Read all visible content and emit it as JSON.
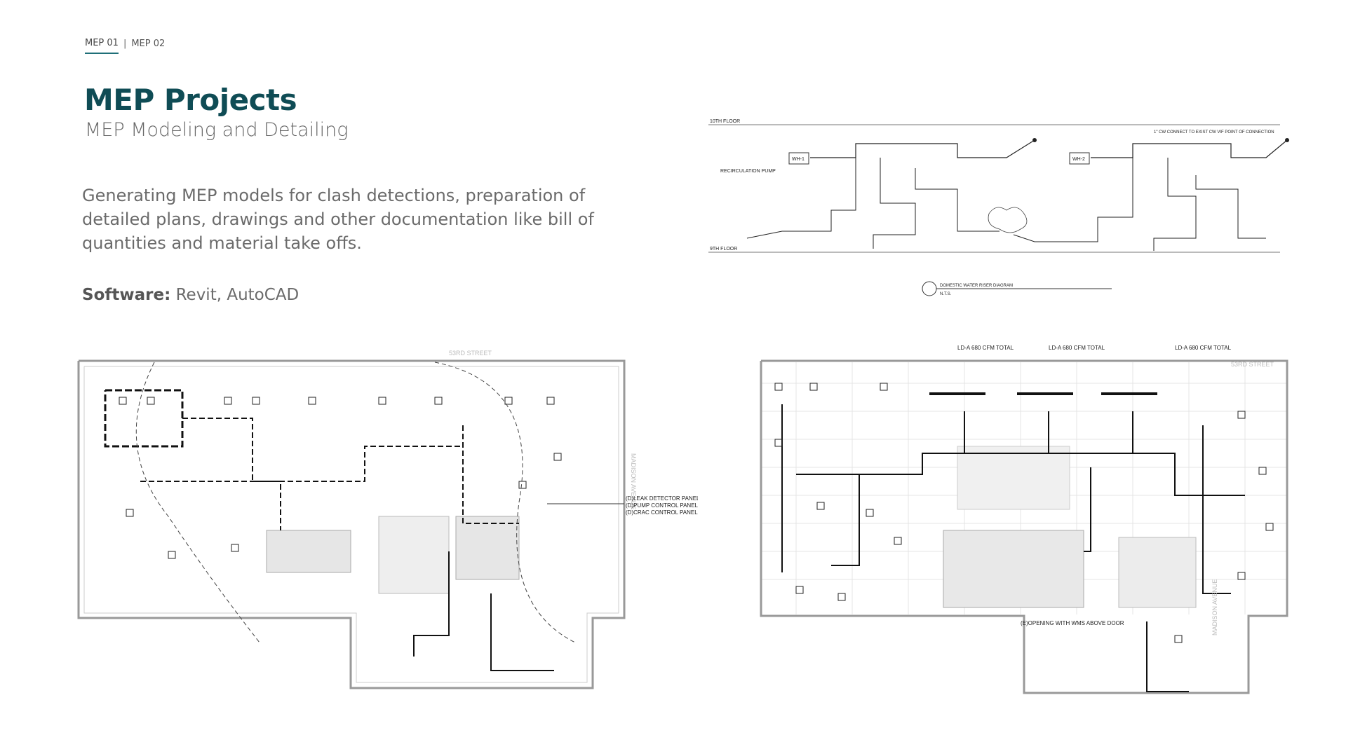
{
  "tabs": [
    {
      "label": "MEP 01",
      "active": true
    },
    {
      "label": "MEP 02",
      "active": false
    }
  ],
  "tab_separator": "|",
  "header": {
    "title": "MEP Projects",
    "subtitle": "MEP Modeling and Detailing"
  },
  "description": "Generating MEP models for clash detections, preparation of detailed plans, drawings and other documentation like bill of quantities and material take offs.",
  "software": {
    "label": "Software:",
    "value": "Revit, AutoCAD"
  },
  "riser_diagram": {
    "floor_top": "10TH FLOOR",
    "floor_bottom": "9TH FLOOR",
    "unit_left": "WH-1",
    "unit_right": "WH-2",
    "pump": "RECIRCULATION PUMP",
    "cw_connect": "1\" CW CONNECT TO EXIST CW VIF POINT OF CONNECTION",
    "caption": "DOMESTIC WATER RISER DIAGRAM",
    "scale": "N.T.S."
  },
  "plan_left": {
    "street": "53RD STREET",
    "avenue": "MADISON AVENUE",
    "note_1": "(D)LEAK DETECTOR PANEL",
    "note_2": "(D)PUMP CONTROL PANELS",
    "note_3": "(D)CRAC CONTROL PANEL"
  },
  "plan_right": {
    "street": "53RD STREET",
    "avenue": "MADISON AVENUE",
    "callout_1": "LD-A 680 CFM TOTAL",
    "callout_2": "LD-A 680 CFM TOTAL",
    "callout_3": "LD-A 680 CFM TOTAL",
    "opening": "(E)OPENING WITH WMS ABOVE DOOR"
  },
  "colors": {
    "accent": "#0f4c55",
    "tab_underline": "#1f6f78",
    "body_text": "#6b6b6b"
  }
}
